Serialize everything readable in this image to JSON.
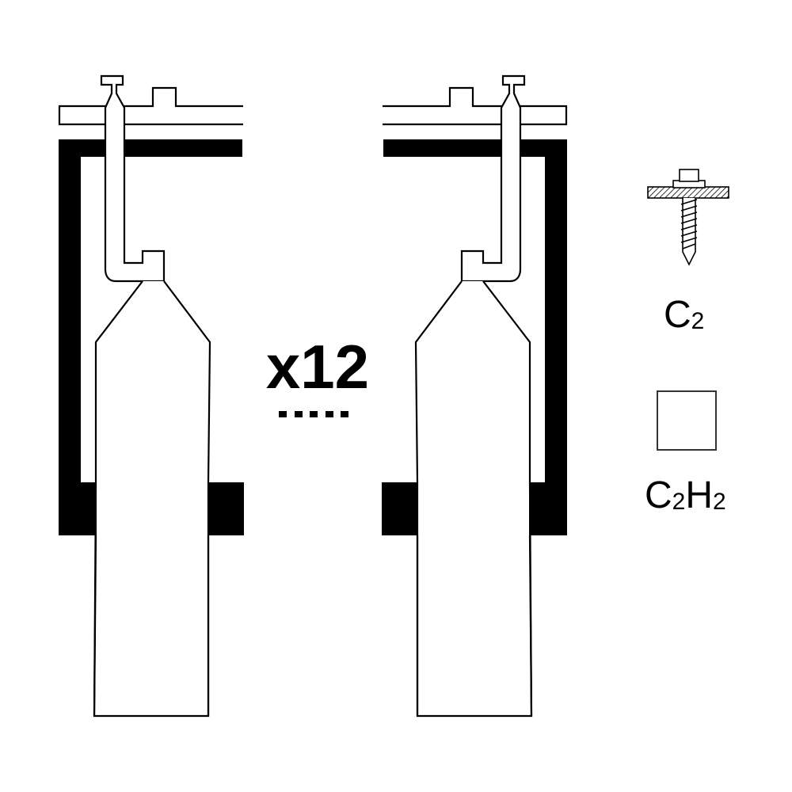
{
  "diagram": {
    "multiplier_text": "x12",
    "legend": {
      "screw_label_main": "C",
      "screw_label_sub": "2",
      "square_label_part1": "C",
      "square_label_sub1": "2",
      "square_label_part2": "H",
      "square_label_sub2": "2"
    },
    "icons": {
      "cylinder": "gas-cylinder-icon",
      "screw": "roofing-screw-icon",
      "rack": "cylinder-rack-icon"
    },
    "colors": {
      "line": "#000000",
      "fill": "#ffffff",
      "rack": "#000000"
    }
  }
}
